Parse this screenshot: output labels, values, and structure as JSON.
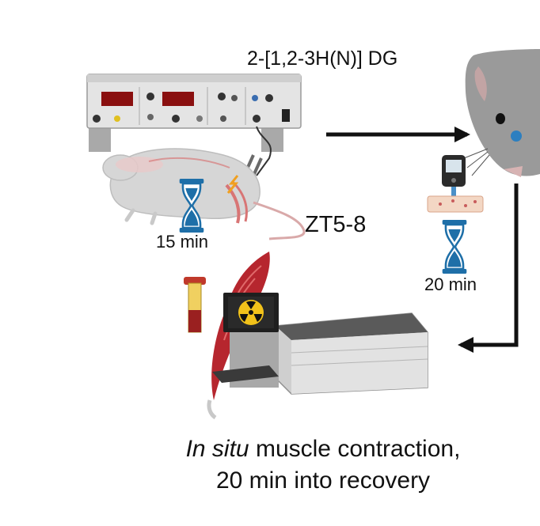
{
  "labels": {
    "tracer": "2-[1,2-3H(N)] DG",
    "zt": "ZT5-8",
    "wait_stimulation": "15 min",
    "wait_glucose": "20 min"
  },
  "caption": {
    "italic": "In situ",
    "rest": " muscle contraction,",
    "line2": "20 min into recovery"
  },
  "icons": {
    "stimulator": "electrical-stimulator-icon",
    "mouse": "anesthetized-mouse-icon",
    "mouse_head": "mouse-head-icon",
    "glucometer": "glucometer-icon",
    "scintillation": "scintillation-counter-icon",
    "radiation": "radiation-symbol-icon",
    "muscle": "muscle-icon",
    "tube": "sample-tube-icon",
    "hourglass": "hourglass-icon"
  },
  "colors": {
    "hourglass": "#1e6fa8",
    "arrow": "#111111",
    "muscle": "#b6262e",
    "radiation": "#f2c21a",
    "screen": "#2a2a2a"
  }
}
